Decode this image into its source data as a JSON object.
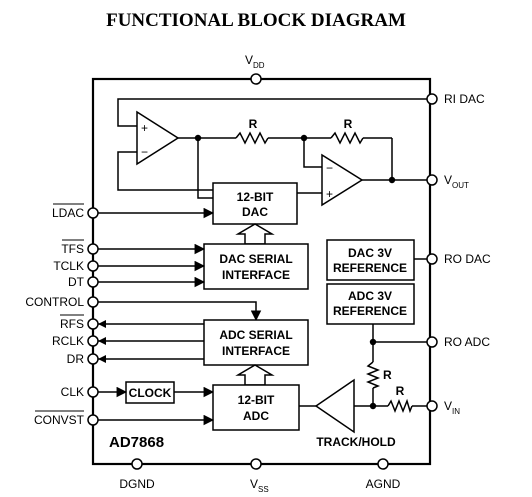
{
  "title": "FUNCTIONAL BLOCK DIAGRAM",
  "chip_name": "AD7868",
  "pins": {
    "vdd": {
      "main": "V",
      "sub": "DD"
    },
    "ri_dac": "RI DAC",
    "vout": {
      "main": "V",
      "sub": "OUT"
    },
    "ro_dac": "RO DAC",
    "ro_adc": "RO ADC",
    "vin": {
      "main": "V",
      "sub": "IN"
    },
    "ldac": "LDAC",
    "tfs": "TFS",
    "tclk": "TCLK",
    "dt": "DT",
    "control": "CONTROL",
    "rfs": "RFS",
    "rclk": "RCLK",
    "dr": "DR",
    "clk": "CLK",
    "convst": "CONVST",
    "dgnd": "DGND",
    "vss": {
      "main": "V",
      "sub": "SS"
    },
    "agnd": "AGND"
  },
  "blocks": {
    "dac12": [
      "12-BIT",
      "DAC"
    ],
    "dac_serial": [
      "DAC SERIAL",
      "INTERFACE"
    ],
    "dac_ref": [
      "DAC 3V",
      "REFERENCE"
    ],
    "adc_ref": [
      "ADC 3V",
      "REFERENCE"
    ],
    "adc_serial": [
      "ADC SERIAL",
      "INTERFACE"
    ],
    "clock": "CLOCK",
    "adc12": [
      "12-BIT",
      "ADC"
    ],
    "track_hold": "TRACK/HOLD"
  },
  "components": {
    "op_amp_plus": "+",
    "op_amp_minus": "−",
    "resistor": "R"
  }
}
